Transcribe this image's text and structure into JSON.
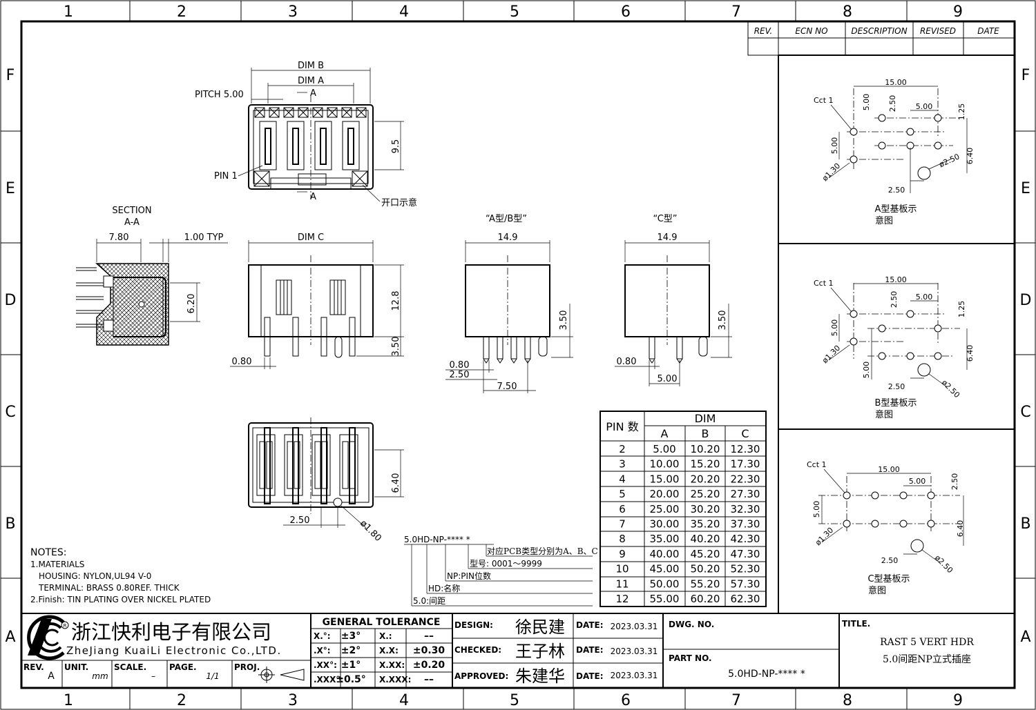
{
  "border": {
    "col_labels": [
      "1",
      "2",
      "3",
      "4",
      "5",
      "6",
      "7",
      "8",
      "9"
    ],
    "row_labels": [
      "F",
      "E",
      "D",
      "C",
      "B",
      "A"
    ]
  },
  "revision_table": {
    "headers": [
      "REV.",
      "ECN NO",
      "DESCRIPTION",
      "REVISED",
      "DATE"
    ]
  },
  "top_view": {
    "dim_b": "DIM  B",
    "dim_a": "DIM  A",
    "pitch": "PITCH  5.00",
    "section_mark": "A",
    "height": "9.5",
    "pin1": "PIN 1",
    "opening": "开口示意"
  },
  "section_view": {
    "title_line1": "SECTION",
    "title_line2": "A-A",
    "dim1": "7.80",
    "dim2": "1.00  TYP",
    "dim3": "6.20"
  },
  "front_view": {
    "dim_c": "DIM  C",
    "height": "12.8",
    "pin_len": "3.50",
    "pin_w": "0.80"
  },
  "ab_view": {
    "title": "“A型/B型”",
    "width": "14.9",
    "pin_len": "3.50",
    "d1": "0.80",
    "d2": "2.50",
    "d3": "7.50"
  },
  "c_view": {
    "title": "“C型”",
    "width": "14.9",
    "pin_len": "3.50",
    "d1": "0.80",
    "d2": "5.00"
  },
  "bottom_view": {
    "height": "6.40",
    "pitch": "2.50",
    "hole": "ø1.80"
  },
  "pcb_a": {
    "dims": [
      "15.00",
      "5.00",
      "2.50",
      "5.00",
      "1.25",
      "5.00",
      "6.40",
      "ø2.50",
      "ø1.30",
      "2.50"
    ],
    "cct": "Cct  1",
    "caption1": "A型基板示",
    "caption2": "意图"
  },
  "pcb_b": {
    "dims": [
      "15.00",
      "2.50",
      "5.00",
      "1.25",
      "5.00",
      "6.40",
      "ø1.30",
      "5.00",
      "2.50",
      "ø2.50"
    ],
    "cct": "Cct  1",
    "caption1": "B型基板示",
    "caption2": "意图"
  },
  "pcb_c": {
    "dims": [
      "15.00",
      "5.00",
      "2.50",
      "5.00",
      "6.40",
      "ø1.30",
      "2.50",
      "ø2.50"
    ],
    "cct": "Cct  1",
    "caption1": "C型基板示",
    "caption2": "意图"
  },
  "pin_table": {
    "pin_header": "PIN 数",
    "dim_header": "DIM",
    "columns": [
      "A",
      "B",
      "C"
    ],
    "rows": [
      [
        "2",
        "5.00",
        "10.20",
        "12.30"
      ],
      [
        "3",
        "10.00",
        "15.20",
        "17.30"
      ],
      [
        "4",
        "15.00",
        "20.20",
        "22.30"
      ],
      [
        "5",
        "20.00",
        "25.20",
        "27.30"
      ],
      [
        "6",
        "25.00",
        "30.20",
        "32.30"
      ],
      [
        "7",
        "30.00",
        "35.20",
        "37.30"
      ],
      [
        "8",
        "35.00",
        "40.20",
        "42.30"
      ],
      [
        "9",
        "40.00",
        "45.20",
        "47.30"
      ],
      [
        "10",
        "45.00",
        "50.20",
        "52.30"
      ],
      [
        "11",
        "50.00",
        "55.20",
        "57.30"
      ],
      [
        "12",
        "55.00",
        "60.20",
        "62.30"
      ]
    ]
  },
  "part_legend": {
    "code": "5.0HD-NP-****  *",
    "l1": "对应PCB类型分别为A、B、C",
    "l2": "型号: 0001～9999",
    "l3": "NP:PIN位数",
    "l4": "HD:名称",
    "l5": "5.0:间距"
  },
  "notes": {
    "title": "NOTES:",
    "lines": [
      "1.MATERIALS",
      "HOUSING: NYLON,UL94  V-0",
      "TERMINAL: BRASS  0.80REF.  THICK",
      "2.Finish:  TIN  PLATING  OVER  NICKEL  PLATED"
    ]
  },
  "title_block": {
    "company_cn": "浙江快利电子有限公司",
    "company_en": "ZheJiang KuaiLi Electronic Co.,LTD.",
    "rev_label": "REV.",
    "rev_value": "A",
    "unit_label": "UNIT.",
    "unit_value": "mm",
    "scale_label": "SCALE.",
    "scale_value": "–",
    "page_label": "PAGE.",
    "page_value": "1/1",
    "proj_label": "PROJ.",
    "tol_title": "GENERAL  TOLERANCE",
    "tol": [
      [
        "X.°:",
        "±3°",
        "X.:",
        "––"
      ],
      [
        ".X°:",
        "±2°",
        "X.X:",
        "±0.30"
      ],
      [
        ".XX°:",
        "±1°",
        "X.XX:",
        "±0.20"
      ],
      [
        ".XXX°:",
        "±0.5°",
        "X.XXX:",
        "––"
      ]
    ],
    "design_label": "DESIGN:",
    "design_name": "徐民建",
    "checked_label": "CHECKED:",
    "checked_name": "王子林",
    "approved_label": "APPROVED:",
    "approved_name": "朱建华",
    "date_label": "DATE:",
    "date1": "2023.03.31",
    "date2": "2023.03.31",
    "date3": "2023.03.31",
    "dwg_label": "DWG. NO.",
    "part_label": "PART  NO.",
    "part_value": "5.0HD-NP-****  *",
    "title_label": "TITLE.",
    "title_line1": "RAST  5  VERT  HDR",
    "title_line2": "5.0间距NP立式插座"
  }
}
